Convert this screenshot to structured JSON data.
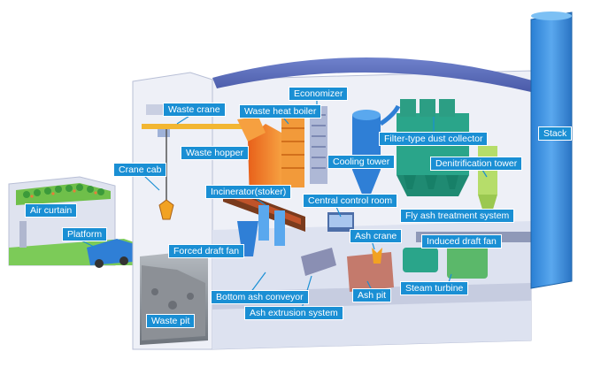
{
  "labels": {
    "economizer": "Economizer",
    "waste_crane": "Waste crane",
    "waste_heat_boiler": "Waste heat boiler",
    "filter_dust_collector": "Filter-type dust collector",
    "stack": "Stack",
    "waste_hopper": "Waste hopper",
    "cooling_tower": "Cooling tower",
    "denitrification_tower": "Denitrification tower",
    "crane_cab": "Crane cab",
    "incinerator": "Incinerator(stoker)",
    "central_control_room": "Central control room",
    "air_curtain": "Air curtain",
    "fly_ash_treatment": "Fly ash treatment system",
    "platform": "Platform",
    "ash_crane": "Ash crane",
    "induced_draft_fan": "Induced draft fan",
    "forced_draft_fan": "Forced draft fan",
    "steam_turbine": "Steam turbine",
    "bottom_ash_conveyor": "Bottom ash conveyor",
    "ash_pit": "Ash pit",
    "ash_extrusion": "Ash extrusion system",
    "waste_pit": "Waste pit"
  },
  "colors": {
    "label_bg": "#1a8fd4",
    "building_wall": "#eef0f7",
    "roof": "#5a6cb8",
    "stack": "#3c8fe0",
    "equipment_blue": "#2f7fd6",
    "equipment_green": "#2aa58a",
    "incinerator": "#f07a20",
    "lawn": "#6fbf4a",
    "pit": "#8a8f96"
  }
}
